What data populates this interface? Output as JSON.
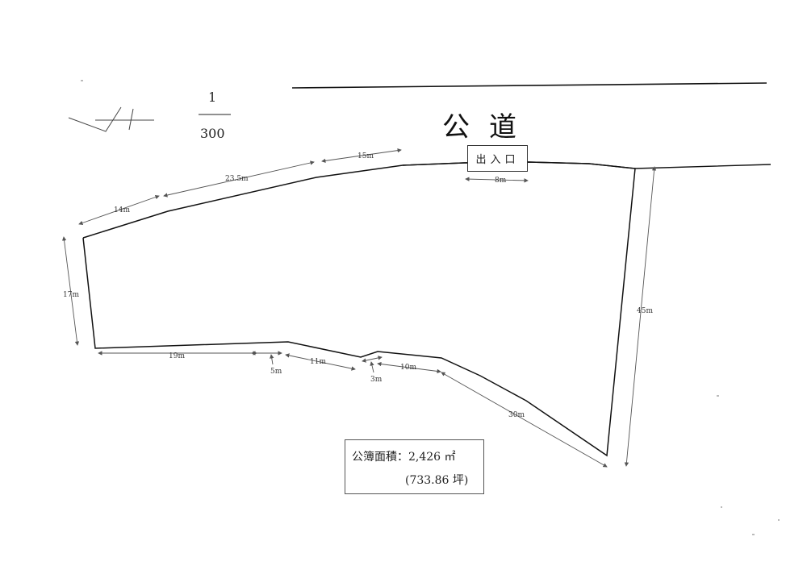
{
  "scale": {
    "numerator": "1",
    "denominator": "300"
  },
  "road": {
    "label": "公道"
  },
  "entrance": {
    "label": "出入口"
  },
  "area": {
    "line1": "公簿面積：2,426 ㎡",
    "line2": "(733.86 坪)"
  },
  "dimensions": {
    "top_15m": "15m",
    "top_23_5m": "23.5m",
    "top_14m": "14m",
    "left_17m": "17m",
    "bottom_19m": "19m",
    "bottom_5m": "5m",
    "bottom_11m": "11m",
    "bottom_3m": "3m",
    "bottom_10m": "10m",
    "bottom_30m": "30m",
    "right_45m": "45m",
    "entrance_8m": "8m"
  },
  "icons": {
    "north_arrow": "north-arrow-icon"
  },
  "colors": {
    "line": "#111111",
    "arrow": "#555555"
  }
}
